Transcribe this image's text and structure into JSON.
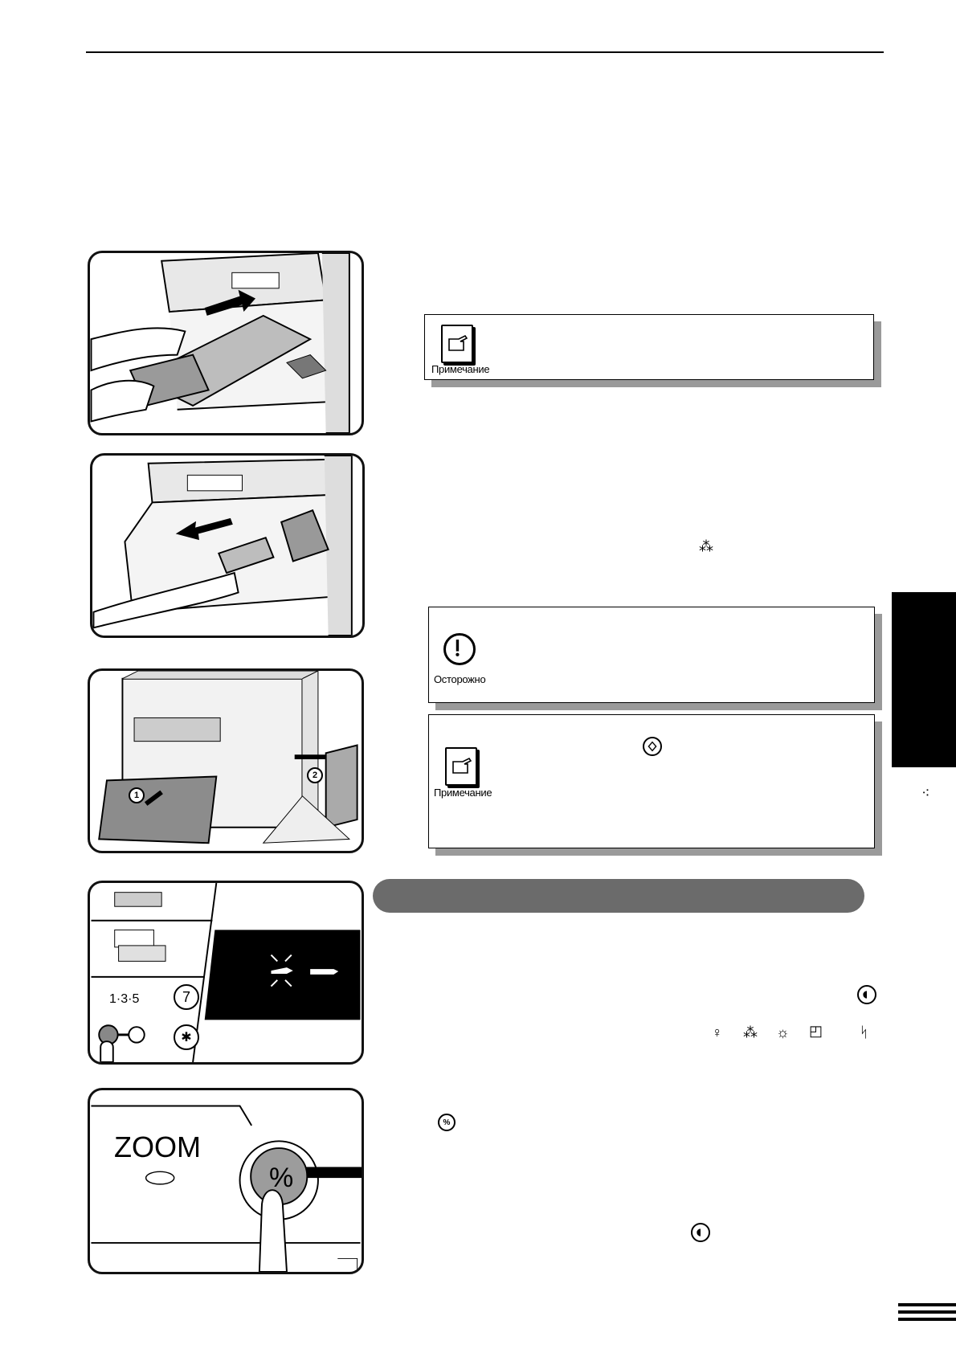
{
  "notes": {
    "note1_label": "Примечание",
    "caution_label": "Осторожно",
    "note2_label": "Примечание"
  },
  "figures": {
    "zoom_label": "ZOOM",
    "zoom_button": "%",
    "exposure_scale": "1·3·5",
    "key_7": "7",
    "key_star": "✱",
    "callout_1": "1",
    "callout_2": "2"
  },
  "inline_icons": {
    "percent_button": "%"
  }
}
